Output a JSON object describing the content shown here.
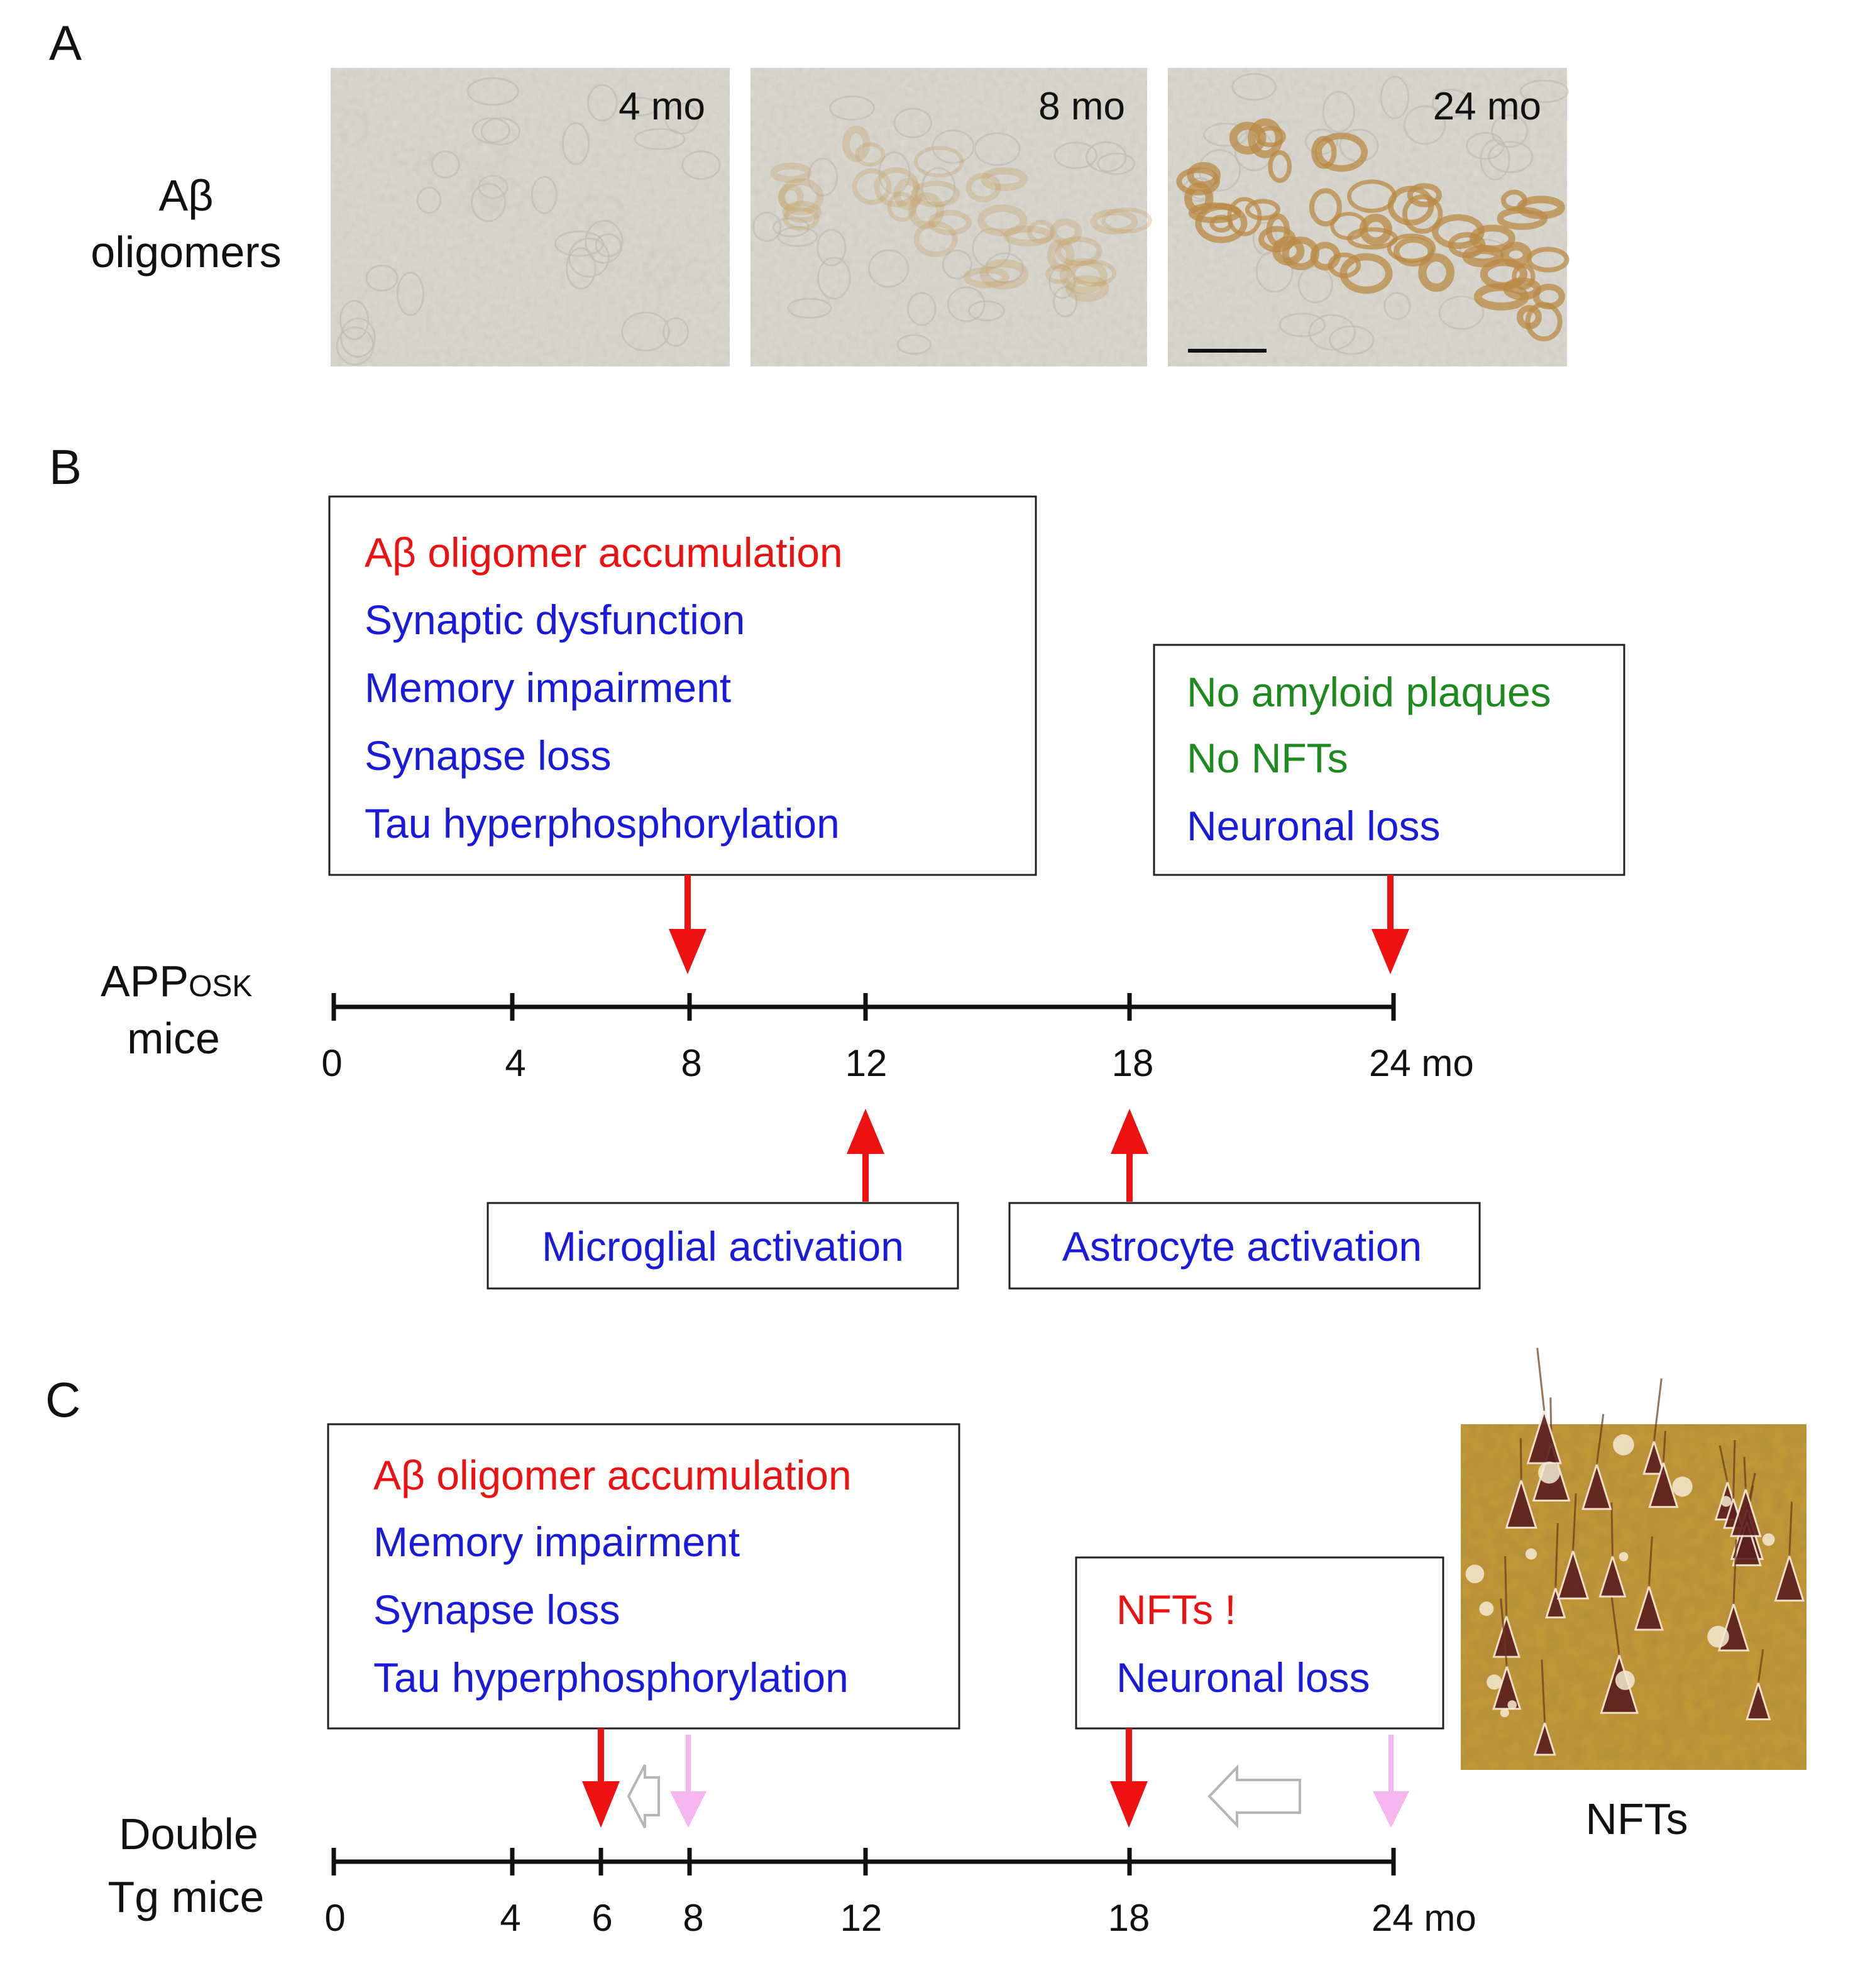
{
  "colors": {
    "red": "#ee1111",
    "blue": "#1a1adb",
    "green": "#1d8a1d",
    "pink": "#f6b6f0",
    "gray_outline": "#b5b5b5",
    "micro_bg": "#dad8cc",
    "stain": "#b08540",
    "nft_bg": "#c69a34"
  },
  "panel_a": {
    "letter": "A",
    "row_label": {
      "line1": "Aβ",
      "line2": "oligomers"
    },
    "images": [
      {
        "label": "4 mo",
        "icon": "micrograph-4mo-icon"
      },
      {
        "label": "8 mo",
        "icon": "micrograph-8mo-icon"
      },
      {
        "label": "24 mo",
        "icon": "micrograph-24mo-icon"
      }
    ]
  },
  "panel_b": {
    "letter": "B",
    "row_label": {
      "line1": "APP",
      "sub": "OSK",
      "line2": "mice"
    },
    "ticks": [
      "0",
      "4",
      "8",
      "12",
      "18",
      "24 mo"
    ],
    "box_early": [
      {
        "text": "Aβ oligomer accumulation",
        "color": "red"
      },
      {
        "text": "Synaptic dysfunction",
        "color": "blue"
      },
      {
        "text": "Memory impairment",
        "color": "blue"
      },
      {
        "text": "Synapse loss",
        "color": "blue"
      },
      {
        "text": "Tau hyperphosphorylation",
        "color": "blue"
      }
    ],
    "box_late": [
      {
        "text": "No amyloid plaques",
        "color": "green"
      },
      {
        "text": "No NFTs",
        "color": "green"
      },
      {
        "text": "Neuronal loss",
        "color": "blue"
      }
    ],
    "box_micro": "Microglial activation",
    "box_astro": "Astrocyte activation"
  },
  "panel_c": {
    "letter": "C",
    "row_label": {
      "line1": "Double",
      "line2": "Tg mice"
    },
    "ticks": [
      "0",
      "4",
      "6",
      "8",
      "12",
      "18",
      "24 mo"
    ],
    "box_early": [
      {
        "text": "Aβ oligomer accumulation",
        "color": "red"
      },
      {
        "text": "Memory impairment",
        "color": "blue"
      },
      {
        "text": "Synapse loss",
        "color": "blue"
      },
      {
        "text": "Tau hyperphosphorylation",
        "color": "blue"
      }
    ],
    "box_late": [
      {
        "text": "NFTs !",
        "color": "red"
      },
      {
        "text": "Neuronal loss",
        "color": "blue"
      }
    ],
    "image_label": "NFTs",
    "image_icon": "nft-micrograph-icon"
  }
}
